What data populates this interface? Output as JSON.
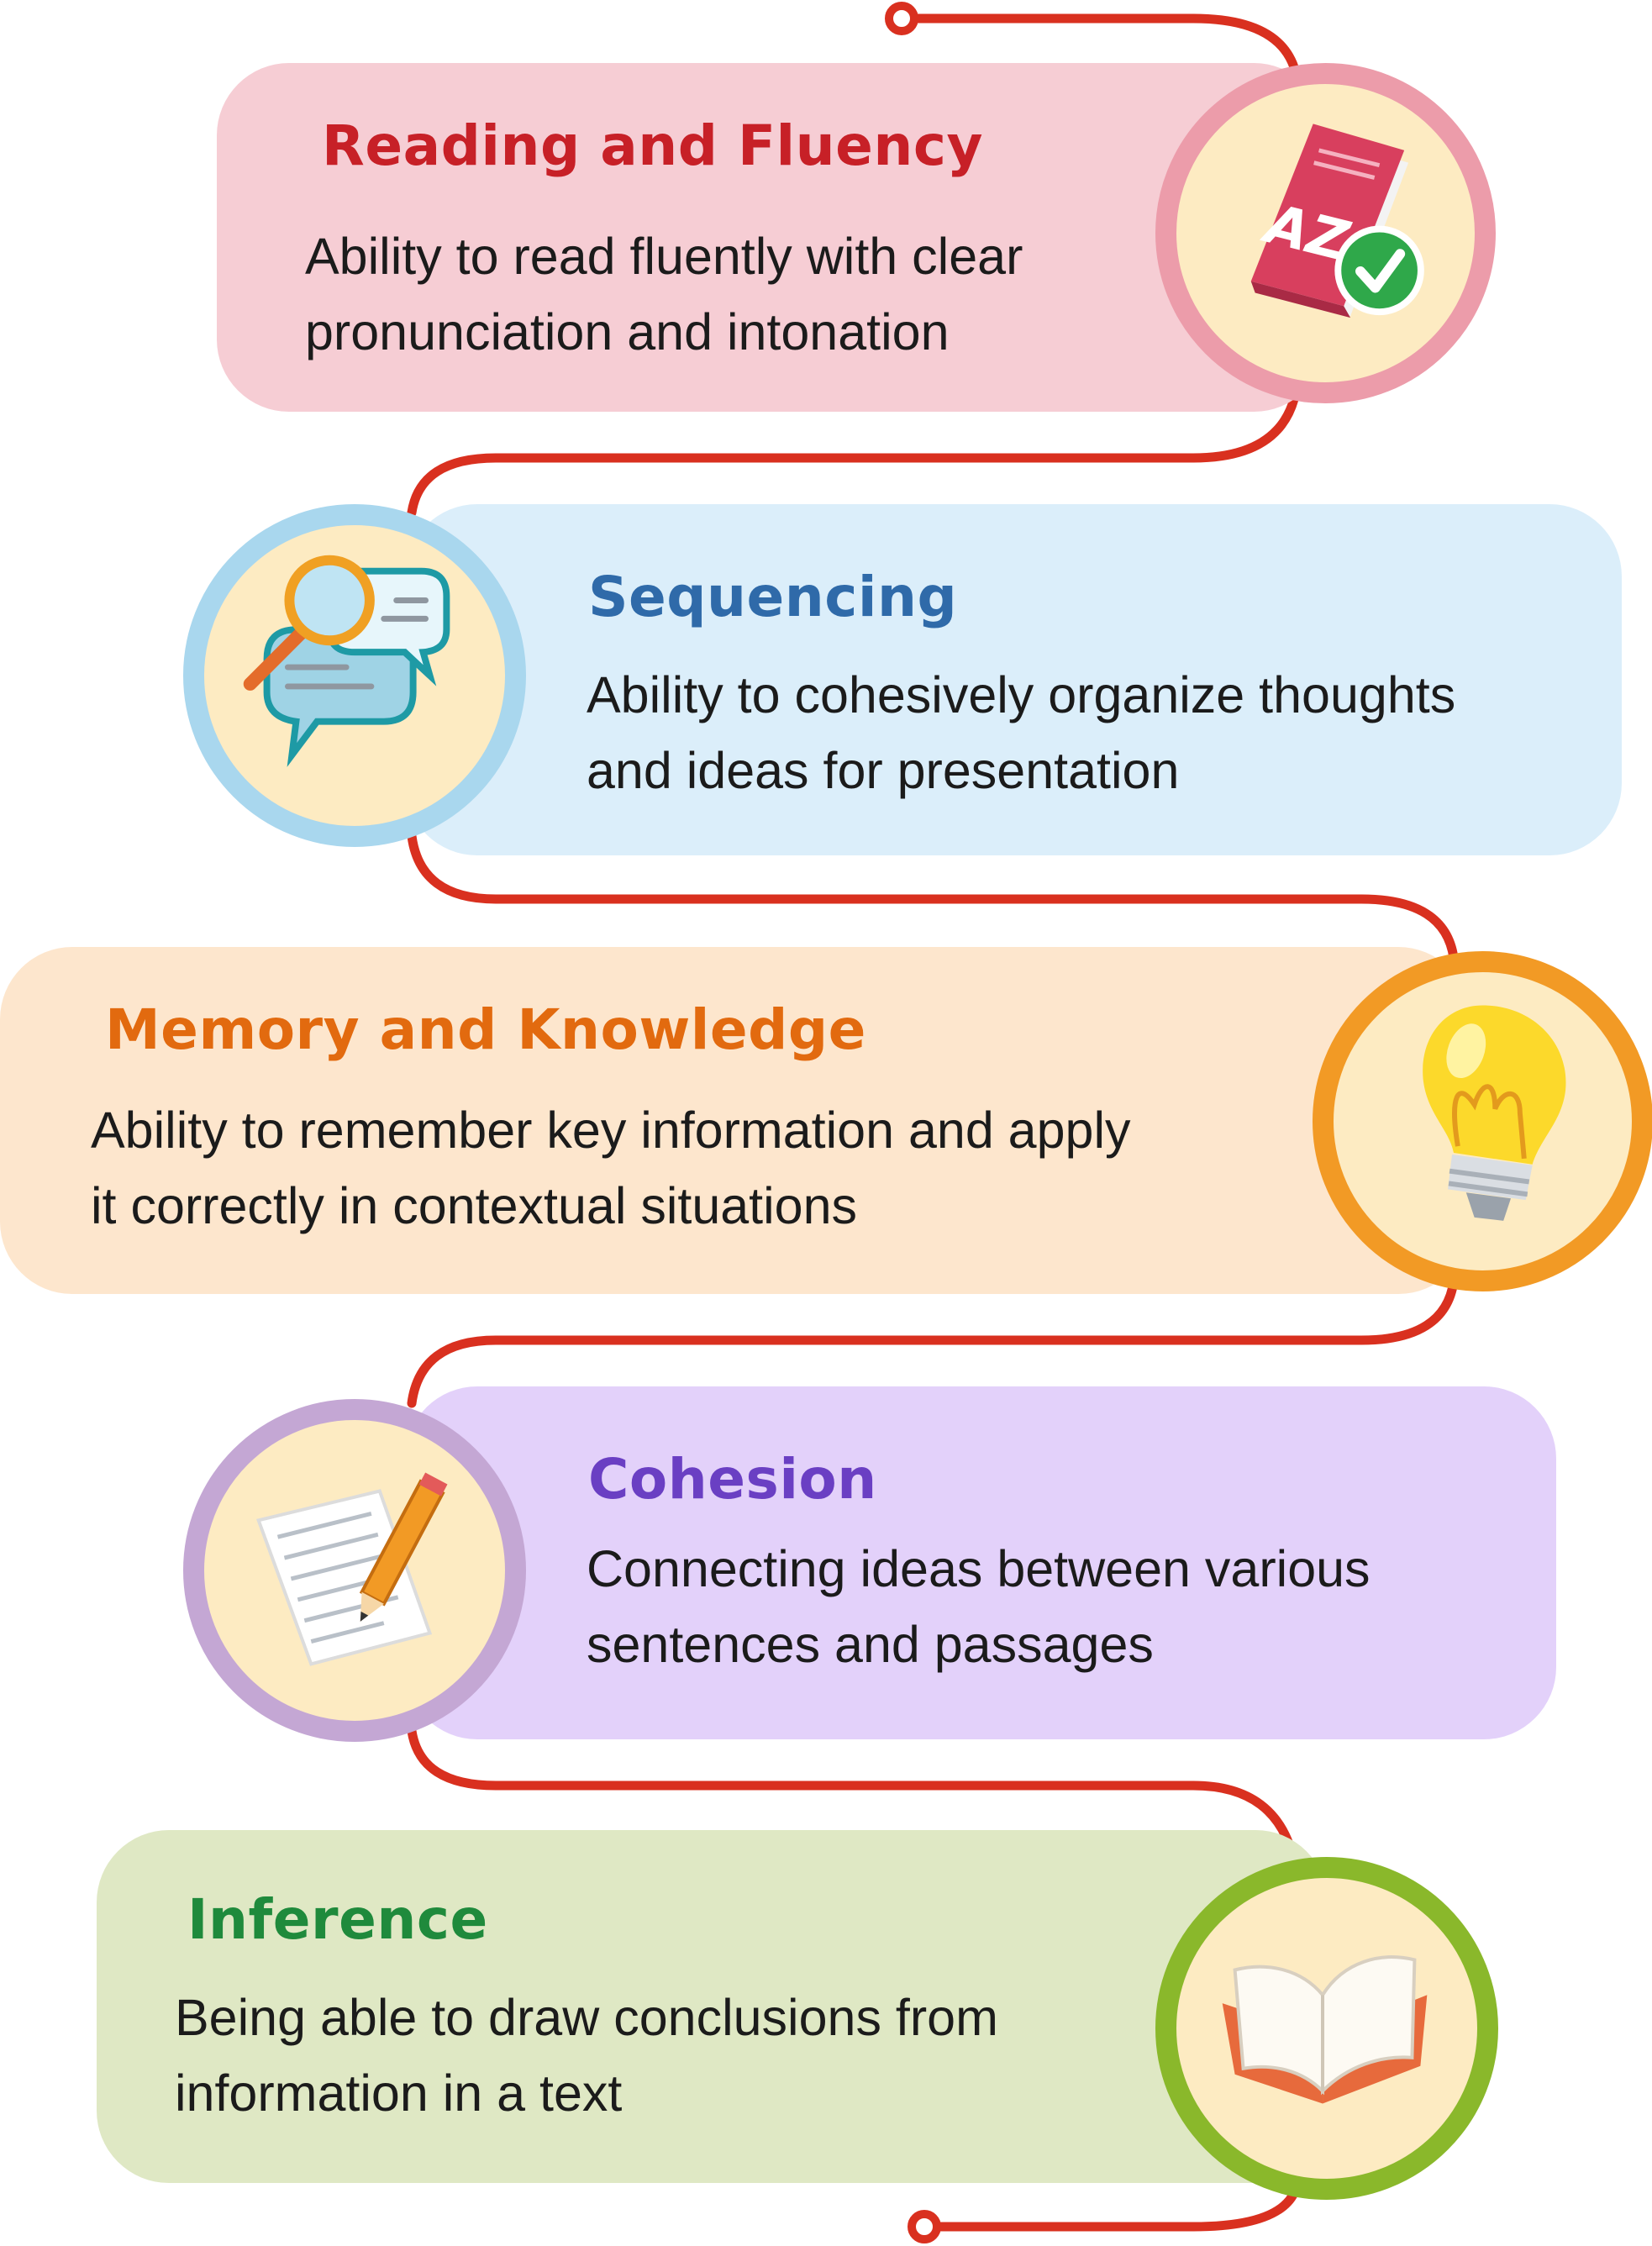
{
  "steps": [
    {
      "title": "Reading and Fluency",
      "description_line1": "Ability to read fluently with clear",
      "description_line2": "pronunciation and intonation",
      "icon": "book-az-checkmark-icon",
      "title_color": "#c72027",
      "card_color": "#f6cdd4",
      "ring_color": "#ec9caa"
    },
    {
      "title": "Sequencing",
      "description_line1": "Ability to cohesively organize thoughts",
      "description_line2": "and ideas for presentation",
      "icon": "magnifier-speech-bubble-icon",
      "title_color": "#2f6aa9",
      "card_color": "#dbeefa",
      "ring_color": "#a9d7ee"
    },
    {
      "title": "Memory and Knowledge",
      "description_line1": "Ability to remember key information and apply",
      "description_line2": "it correctly in contextual situations",
      "icon": "lightbulb-icon",
      "title_color": "#e26a0f",
      "card_color": "#fde6cd",
      "ring_color": "#f29a25"
    },
    {
      "title": "Cohesion",
      "description_line1": "Connecting ideas between various",
      "description_line2": "sentences and passages",
      "icon": "paper-pencil-icon",
      "title_color": "#6a3fc3",
      "card_color": "#e3d1fa",
      "ring_color": "#c4a7d4"
    },
    {
      "title": "Inference",
      "description_line1": "Being able to draw conclusions from",
      "description_line2": "information in a text",
      "icon": "open-book-icon",
      "title_color": "#1f8a3c",
      "card_color": "#dfe8c4",
      "ring_color": "#8ab82b"
    }
  ],
  "connector_color": "#d9301f",
  "icon_background": "#fdebc2"
}
